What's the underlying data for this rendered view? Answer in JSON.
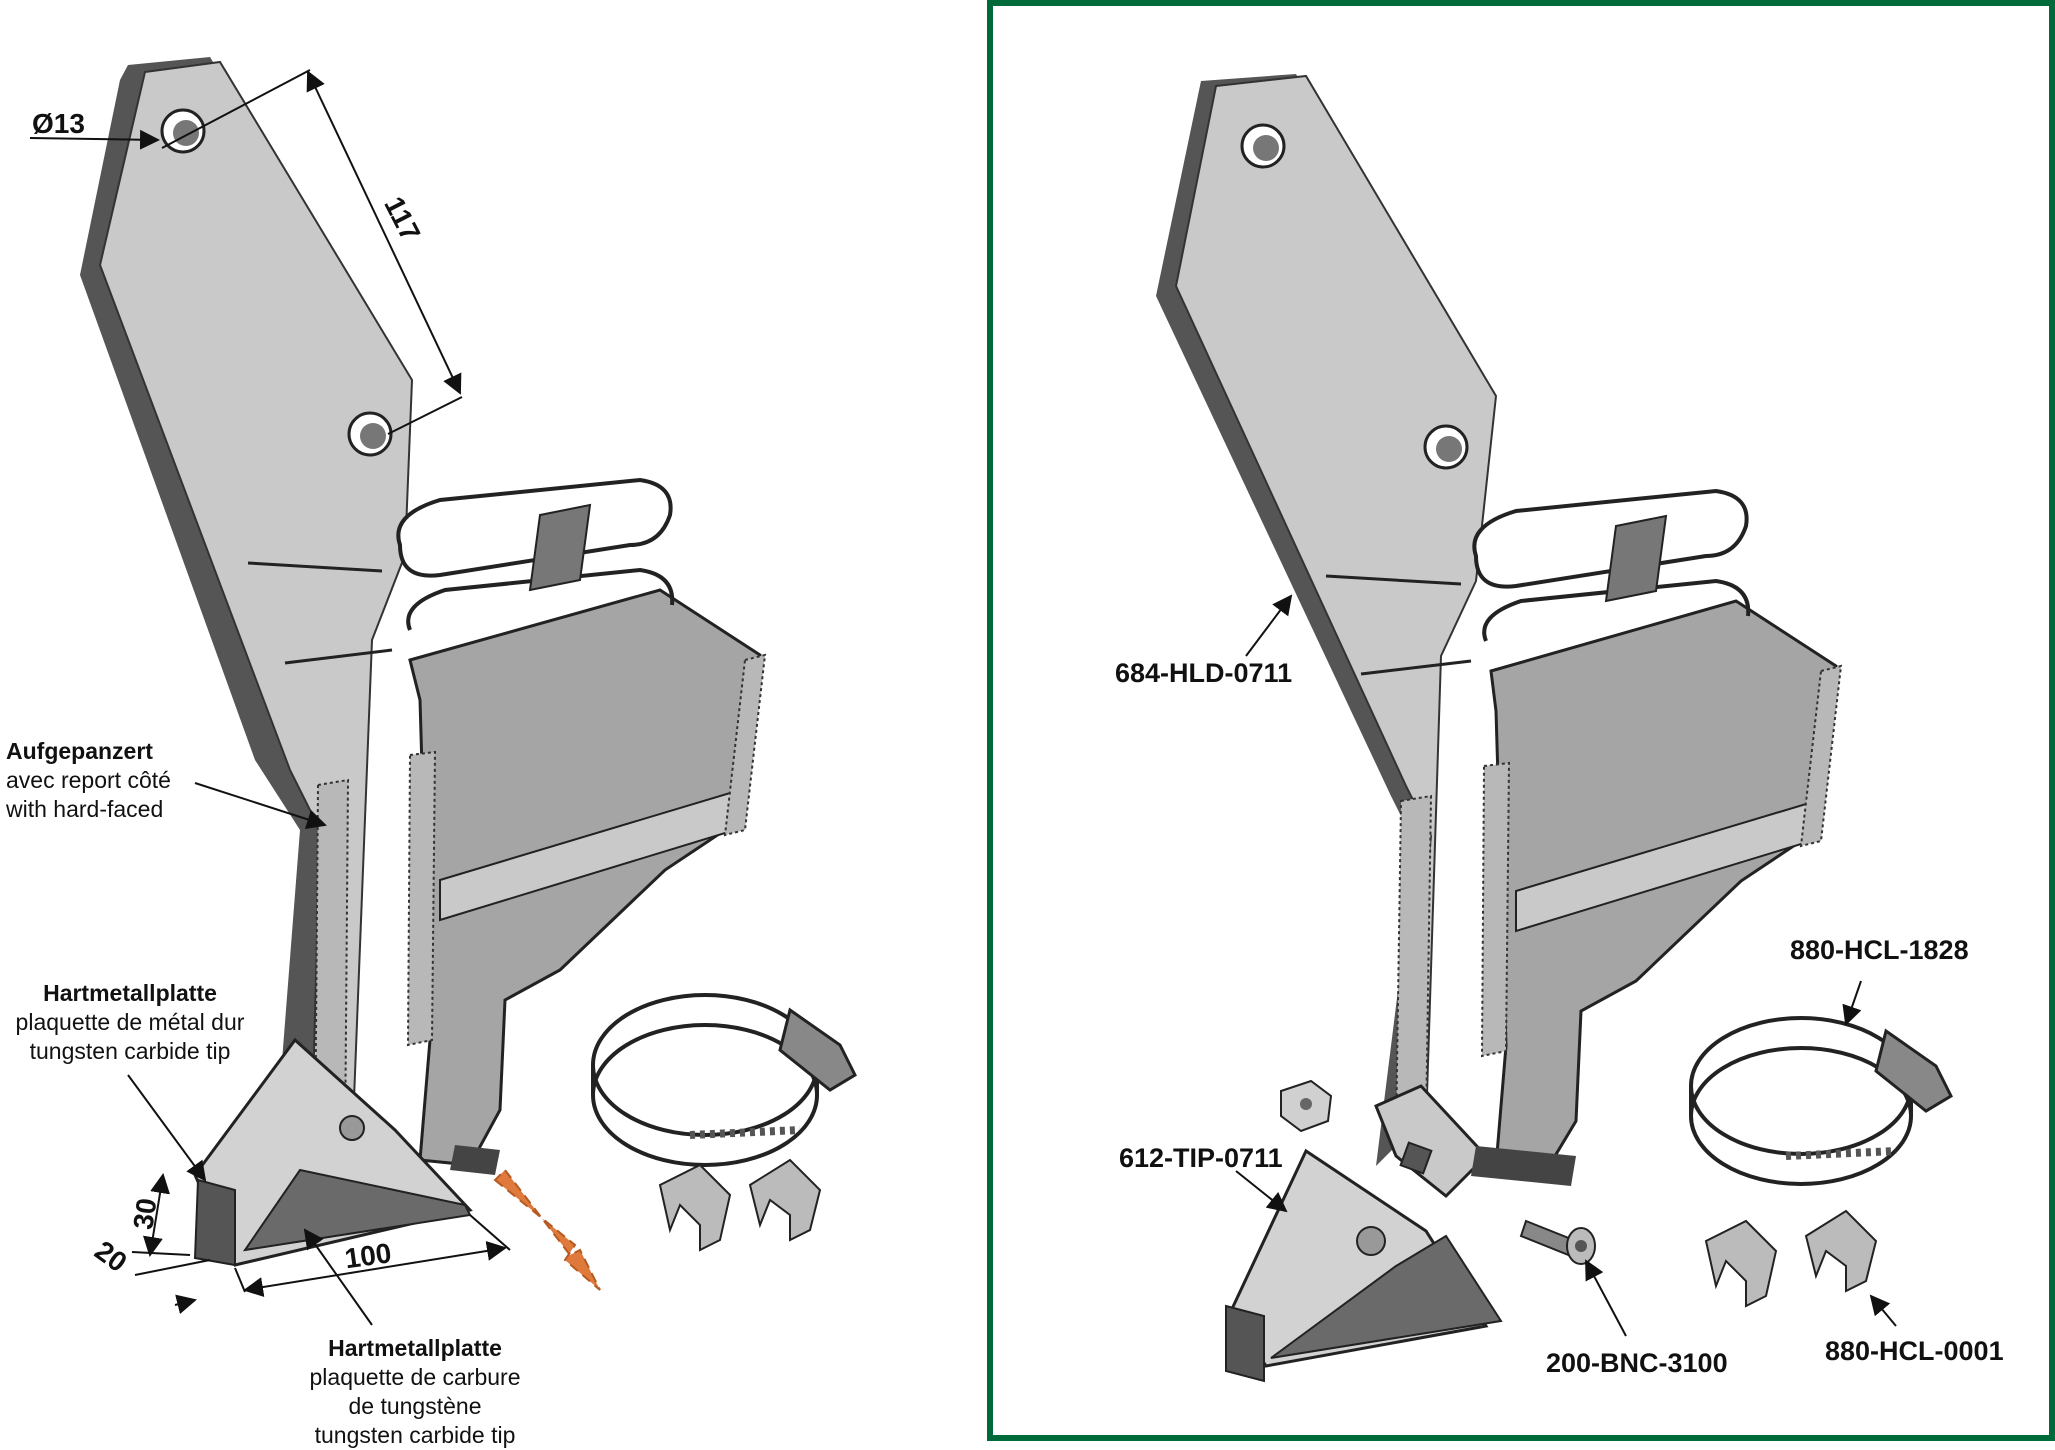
{
  "left": {
    "dim_hole": "Ø13",
    "dim_length": "117",
    "dim_height": "30",
    "dim_width": "20",
    "dim_tip": "100",
    "label_hardfaced": {
      "de": "Aufgepanzert",
      "fr": "avec report côté",
      "en": "with hard-faced"
    },
    "label_tip": {
      "de": "Hartmetallplatte",
      "fr": "plaquette de métal dur",
      "en": "tungsten carbide tip"
    },
    "label_plate": {
      "de": "Hartmetallplatte",
      "fr1": "plaquette de carbure",
      "fr2": "de tungstène",
      "en": "tungsten carbide tip"
    }
  },
  "right": {
    "parts": {
      "holder": "684-HLD-0711",
      "tip": "612-TIP-0711",
      "bolt": "200-BNC-3100",
      "clamp": "880-HCL-1828",
      "clip": "880-HCL-0001"
    }
  },
  "colors": {
    "frame": "#006a3a",
    "arrow": "#e07a3c",
    "metal_light": "#c9c9c9",
    "metal_mid": "#a5a5a5",
    "metal_dark": "#555555"
  }
}
